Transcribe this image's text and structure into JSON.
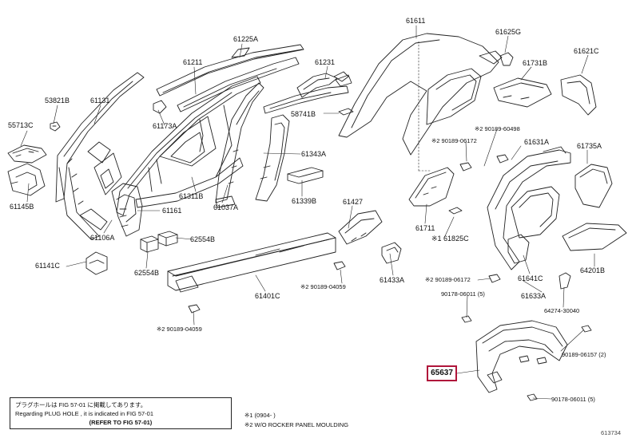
{
  "diagram": {
    "highlighted_part": "65637",
    "catalog_code": "613734",
    "labels": {
      "p53821B": "53821B",
      "p55713C": "55713C",
      "p61145B": "61145B",
      "p61131": "61131",
      "p61225A": "61225A",
      "p61211": "61211",
      "p61231": "61231",
      "p61173A": "61173A",
      "p58741B": "58741B",
      "p61611": "61611",
      "p61625G": "61625G",
      "p61621C": "61621C",
      "p61731B": "61731B",
      "p61343A": "61343A",
      "p61311B": "61311B",
      "p61037A": "61037A",
      "p61339B": "61339B",
      "p61161": "61161",
      "p61106A": "61106A",
      "p62554B_a": "62554B",
      "p62554B_b": "62554B",
      "p61141C": "61141C",
      "p61427": "61427",
      "p61401C": "61401C",
      "p61433A": "61433A",
      "p90189_04059_a": "※2 90189-04059",
      "p90189_04059_b": "※2 90189-04059",
      "p90189_06172_a": "※2 90189-06172",
      "p90189_06172_b": "※2 90189-06172",
      "p90189_60498": "※2 90189-60498",
      "p61631A": "61631A",
      "p61735A": "61735A",
      "p61711": "61711",
      "p61825C": "※1 61825C",
      "p61641C": "61641C",
      "p61633A": "61633A",
      "p64201B": "64201B",
      "p64274": "64274-30040",
      "p90178_a": "90178-06011 (5)",
      "p90178_b": "90178-06011 (5)",
      "p90189_06157": "90189-06157 (2)"
    },
    "note": {
      "line1": "プラグホールは FIG 57-01 に掲載してあります。",
      "line2": "Regarding  PLUG  HOLE , it is indicated in  FIG  57-01",
      "line3": "(REFER TO FIG 57-01)"
    },
    "footnotes": {
      "fn1": "※1 (0904-        )",
      "fn2": "※2 W/O ROCKER PANEL MOULDING"
    }
  }
}
